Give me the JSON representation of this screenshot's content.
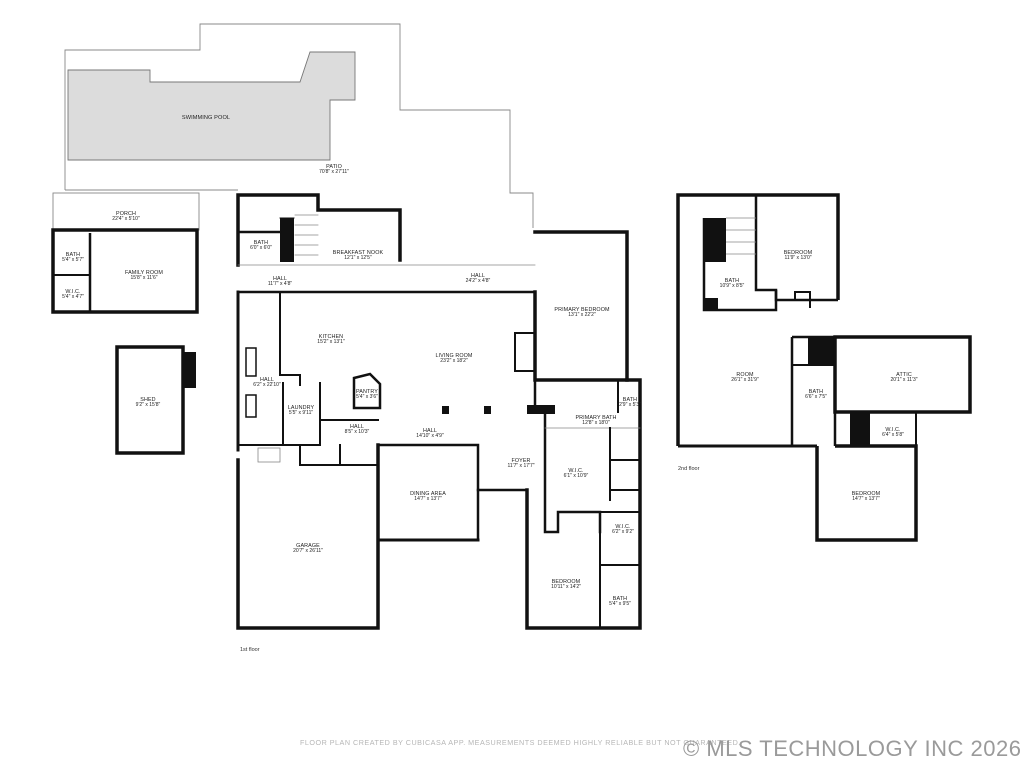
{
  "floor_labels": {
    "first": "1st floor",
    "second": "2nd floor"
  },
  "pool": {
    "name": "SWIMMING POOL"
  },
  "rooms": {
    "patio": {
      "name": "PATIO",
      "dims": "70'8\" x 27'11\""
    },
    "porch": {
      "name": "PORCH",
      "dims": "22'4\" x 5'10\""
    },
    "bath_small": {
      "name": "BATH",
      "dims": "5'4\" x 5'7\""
    },
    "wic_small": {
      "name": "W.I.C.",
      "dims": "5'4\" x 4'7\""
    },
    "family_room": {
      "name": "FAMILY ROOM",
      "dims": "15'8\" x 11'6\""
    },
    "shed": {
      "name": "SHED",
      "dims": "9'2\" x 15'8\""
    },
    "bath_stairs": {
      "name": "BATH",
      "dims": "6'0\" x 6'0\""
    },
    "hall_1": {
      "name": "HALL",
      "dims": "11'7\" x 4'8\""
    },
    "breakfast_nook": {
      "name": "BREAKFAST NOOK",
      "dims": "12'1\" x 12'5\""
    },
    "hall_2": {
      "name": "HALL",
      "dims": "24'2\" x 4'8\""
    },
    "kitchen": {
      "name": "KITCHEN",
      "dims": "15'2\" x 13'1\""
    },
    "living_room": {
      "name": "LIVING ROOM",
      "dims": "23'2\" x 18'2\""
    },
    "primary_bedroom": {
      "name": "PRIMARY BEDROOM",
      "dims": "13'1\" x 22'2\""
    },
    "hall_3": {
      "name": "HALL",
      "dims": "6'2\" x 22'10\""
    },
    "pantry": {
      "name": "PANTRY",
      "dims": "5'4\" x 3'6\""
    },
    "laundry": {
      "name": "LAUNDRY",
      "dims": "5'5\" x 9'11\""
    },
    "hall_4": {
      "name": "HALL",
      "dims": "8'5\" x 10'3\""
    },
    "hall_5": {
      "name": "HALL",
      "dims": "14'10\" x 4'9\""
    },
    "bath_primary_small": {
      "name": "BATH",
      "dims": "2'9\" x 5'3\""
    },
    "primary_bath": {
      "name": "PRIMARY BATH",
      "dims": "12'8\" x 18'0\""
    },
    "foyer": {
      "name": "FOYER",
      "dims": "11'7\" x 17'7\""
    },
    "wic_1": {
      "name": "W.I.C.",
      "dims": "6'1\" x 10'9\""
    },
    "dining_area": {
      "name": "DINING AREA",
      "dims": "14'7\" x 13'7\""
    },
    "wic_2": {
      "name": "W.I.C.",
      "dims": "6'2\" x 9'2\""
    },
    "garage": {
      "name": "GARAGE",
      "dims": "20'7\" x 26'11\""
    },
    "bedroom_1": {
      "name": "BEDROOM",
      "dims": "10'11\" x 14'2\""
    },
    "bath_lower": {
      "name": "BATH",
      "dims": "5'4\" x 9'5\""
    },
    "bedroom_up1": {
      "name": "BEDROOM",
      "dims": "11'9\" x 13'0\""
    },
    "bath_up1": {
      "name": "BATH",
      "dims": "10'9\" x 8'5\""
    },
    "room_up": {
      "name": "ROOM",
      "dims": "26'1\" x 31'9\""
    },
    "attic": {
      "name": "ATTIC",
      "dims": "20'1\" x 11'3\""
    },
    "bath_up2": {
      "name": "BATH",
      "dims": "6'6\" x 7'5\""
    },
    "wic_up": {
      "name": "W.I.C.",
      "dims": "6'4\" x 5'8\""
    },
    "bedroom_up2": {
      "name": "BEDROOM",
      "dims": "14'7\" x 13'7\""
    }
  },
  "footer": {
    "disclaimer": "FLOOR PLAN CREATED BY CUBICASA APP. MEASUREMENTS DEEMED HIGHLY RELIABLE BUT NOT GUARANTEED.",
    "copyright": "© MLS TECHNOLOGY INC 2026"
  },
  "colors": {
    "wall": "#111111",
    "pool_fill": "#dcdcdc",
    "thin_line": "#888888",
    "watermark": "#9a9a9a"
  }
}
